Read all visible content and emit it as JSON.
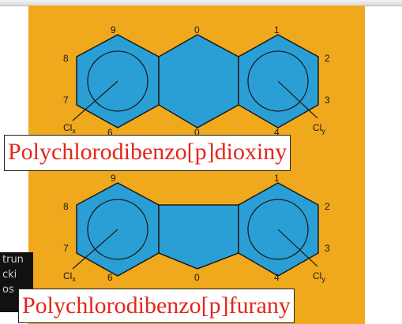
{
  "captions": {
    "dioxin": "Polychlorodibenzo[p]dioxiny",
    "furan": "Polychlorodibenzo[p]furany"
  },
  "dioxin_structure": {
    "top_numbers": [
      "9",
      "0",
      "1"
    ],
    "left_numbers": [
      "8",
      "7"
    ],
    "right_numbers": [
      "2",
      "3"
    ],
    "bottom_numbers": [
      "6",
      "0",
      "4"
    ],
    "substituent_left": "Cl",
    "substituent_left_sub": "x",
    "substituent_right": "Cl",
    "substituent_right_sub": "y"
  },
  "furan_structure": {
    "top_numbers": [
      "9",
      "1"
    ],
    "left_numbers": [
      "8",
      "7"
    ],
    "right_numbers": [
      "2",
      "3"
    ],
    "bottom_numbers": [
      "6",
      "0",
      "4"
    ],
    "substituent_left": "Cl",
    "substituent_left_sub": "x",
    "substituent_right": "Cl",
    "substituent_right_sub": "y"
  },
  "side_panel": {
    "lines": [
      "trun",
      "cki",
      "os"
    ]
  },
  "colors": {
    "background_panel": "#f0a81c",
    "ring_fill": "#2a9fd6",
    "caption_text": "#e4261c"
  }
}
